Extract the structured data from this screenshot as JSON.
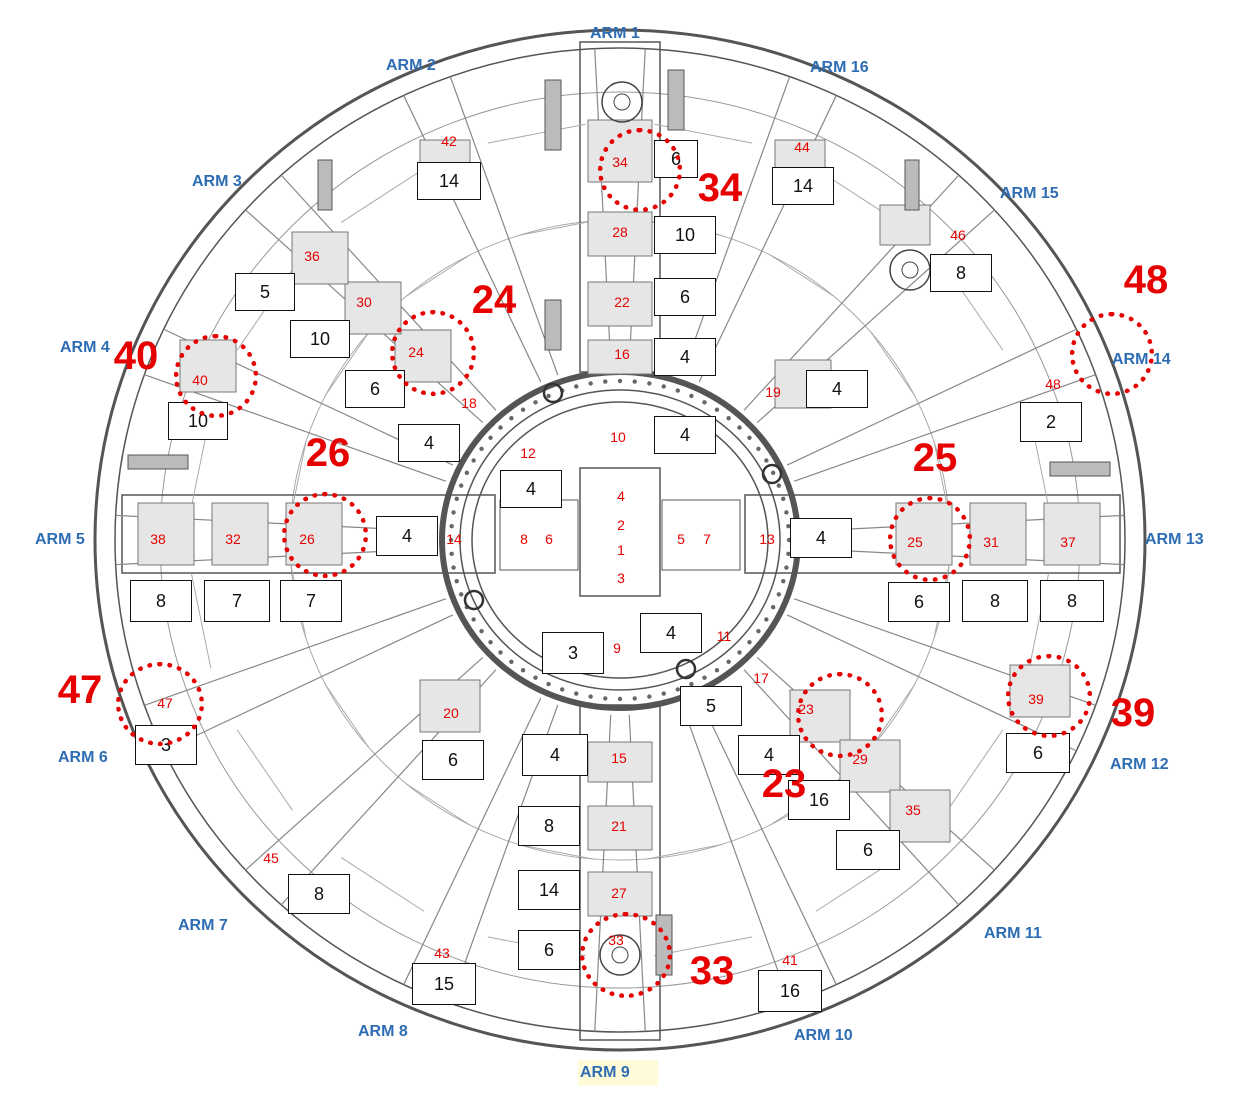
{
  "colors": {
    "arm_label": "#2e6db4",
    "cutter_number": "#e60000",
    "linework": "#555555"
  },
  "arms": [
    {
      "label": "ARM 1"
    },
    {
      "label": "ARM 2"
    },
    {
      "label": "ARM 3"
    },
    {
      "label": "ARM 4"
    },
    {
      "label": "ARM 5"
    },
    {
      "label": "ARM 6"
    },
    {
      "label": "ARM 7"
    },
    {
      "label": "ARM 8"
    },
    {
      "label": "ARM 9"
    },
    {
      "label": "ARM 10"
    },
    {
      "label": "ARM 11"
    },
    {
      "label": "ARM 12"
    },
    {
      "label": "ARM 13"
    },
    {
      "label": "ARM 14"
    },
    {
      "label": "ARM 15"
    },
    {
      "label": "ARM 16"
    }
  ],
  "cutter_numbers": [
    "1",
    "2",
    "3",
    "4",
    "5",
    "6",
    "7",
    "8",
    "9",
    "10",
    "11",
    "12",
    "13",
    "14",
    "15",
    "16",
    "17",
    "18",
    "19",
    "20",
    "21",
    "22",
    "23",
    "24",
    "25",
    "26",
    "27",
    "28",
    "29",
    "30",
    "31",
    "32",
    "33",
    "34",
    "35",
    "36",
    "37",
    "38",
    "39",
    "40",
    "41",
    "42",
    "43",
    "44",
    "45",
    "46",
    "47",
    "48"
  ],
  "highlighted_cutters": [
    "34",
    "48",
    "24",
    "40",
    "26",
    "25",
    "47",
    "39",
    "23",
    "33"
  ],
  "boxes": [
    "14",
    "14",
    "8",
    "6",
    "10",
    "10",
    "6",
    "5",
    "10",
    "6",
    "4",
    "4",
    "2",
    "4",
    "4",
    "4",
    "4",
    "4",
    "4",
    "8",
    "7",
    "7",
    "6",
    "8",
    "8",
    "3",
    "4",
    "5",
    "3",
    "6",
    "4",
    "6",
    "8",
    "16",
    "6",
    "8",
    "14",
    "6",
    "15",
    "16"
  ]
}
